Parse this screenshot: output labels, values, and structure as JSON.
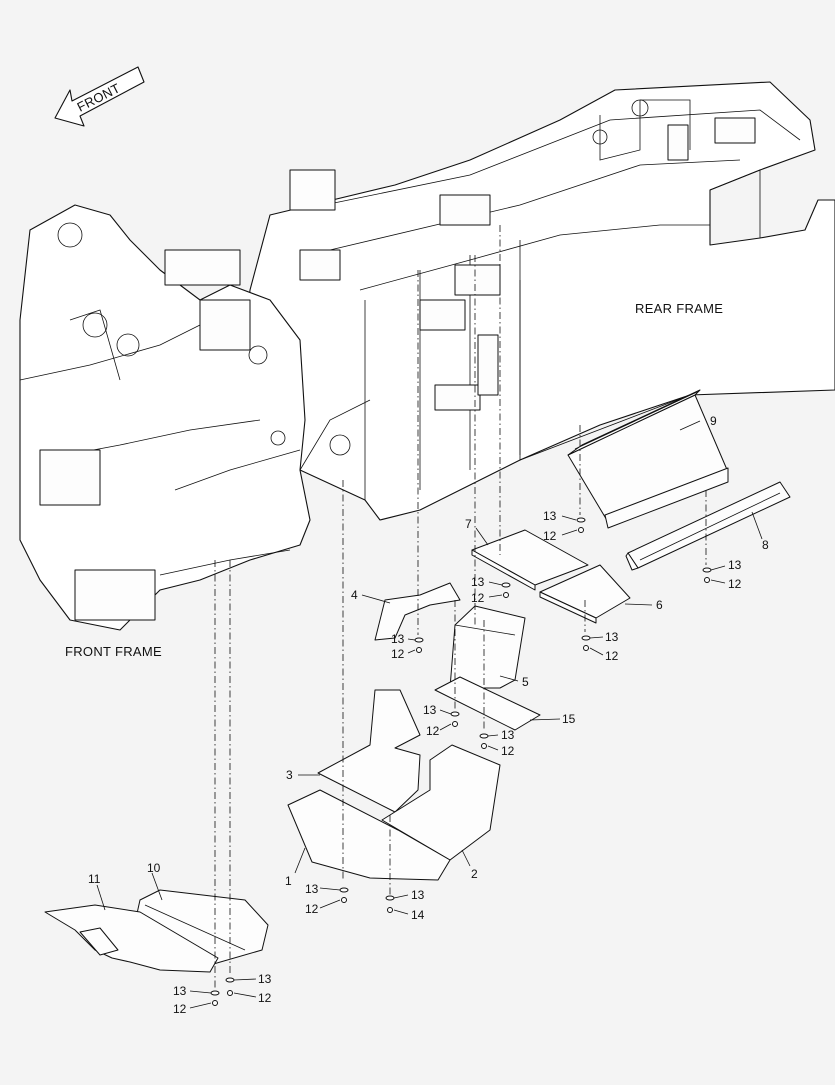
{
  "title_labels": {
    "front_arrow": "FRONT",
    "rear_frame": "REAR FRAME",
    "front_frame": "FRONT FRAME"
  },
  "callouts": {
    "c1": "1",
    "c2": "2",
    "c3": "3",
    "c4": "4",
    "c5": "5",
    "c6": "6",
    "c7": "7",
    "c8": "8",
    "c9": "9",
    "c10": "10",
    "c11": "11",
    "c15": "15",
    "h13a": "13",
    "h12a": "12",
    "h13b": "13",
    "h12b": "12",
    "h13c": "13",
    "h12c": "12",
    "h13d": "13",
    "h12d": "12",
    "h13e": "13",
    "h12e": "12",
    "h13f": "13",
    "h12f": "12",
    "h13g": "13",
    "h12g": "12",
    "h13h": "13",
    "h14h": "14",
    "h13i": "13",
    "h12i": "12",
    "h13j": "13",
    "h12j": "12",
    "h13k": "13",
    "h12k": "12"
  }
}
